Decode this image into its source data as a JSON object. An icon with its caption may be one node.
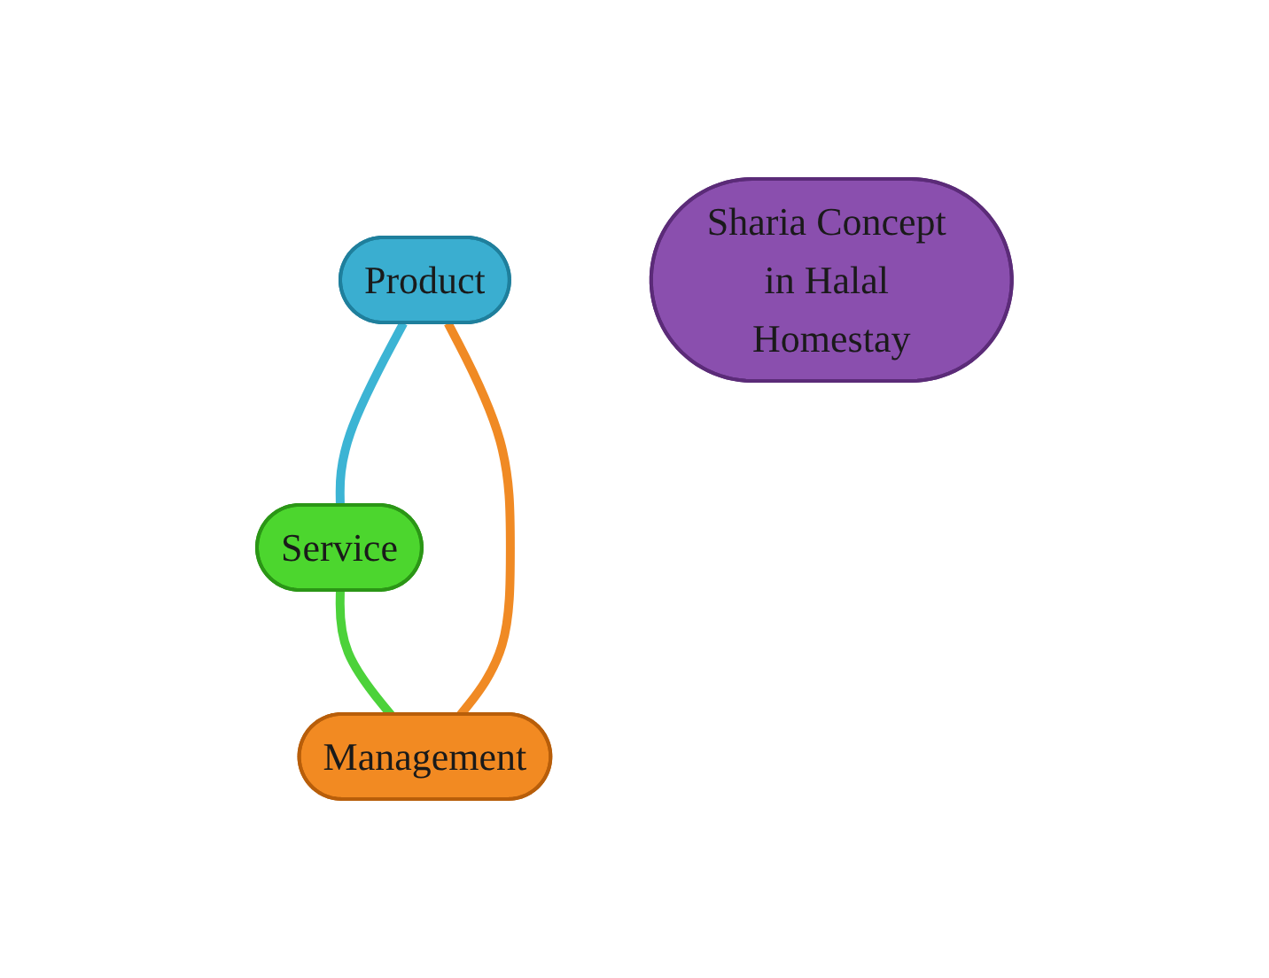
{
  "diagram": {
    "nodes": [
      {
        "text": [
          "Product"
        ]
      },
      {
        "text": [
          "Sharia Concept in Halal Homestay"
        ]
      },
      {
        "text": [
          "Management"
        ]
      },
      {
        "text": [
          "Service"
        ]
      }
    ],
    "edges": [
      {
        "from": 0,
        "to": 3,
        "arrow": "none",
        "color": "#3cb4d4"
      },
      {
        "from": 3,
        "to": 2,
        "arrow": "none",
        "color": "#4cd23a"
      },
      {
        "from": 2,
        "to": 0,
        "arrow": "none",
        "color": "#f08a24"
      }
    ]
  }
}
